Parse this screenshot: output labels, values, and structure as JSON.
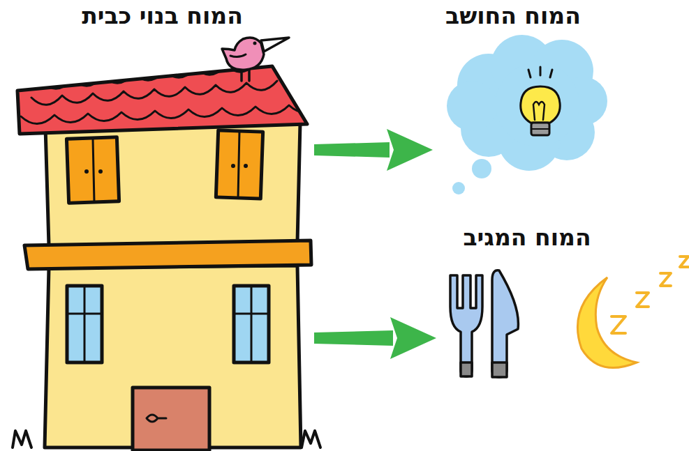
{
  "diagram": {
    "nodes": [
      {
        "text": [
          "המוח בנוי כבית"
        ]
      },
      {
        "text": [
          "המוח החושב"
        ]
      },
      {
        "text": [
          "המוח המגיב"
        ]
      }
    ],
    "edges": [
      {
        "from": 0,
        "to": 1,
        "arrow": "to"
      },
      {
        "from": 0,
        "to": 2,
        "arrow": "to"
      }
    ]
  }
}
